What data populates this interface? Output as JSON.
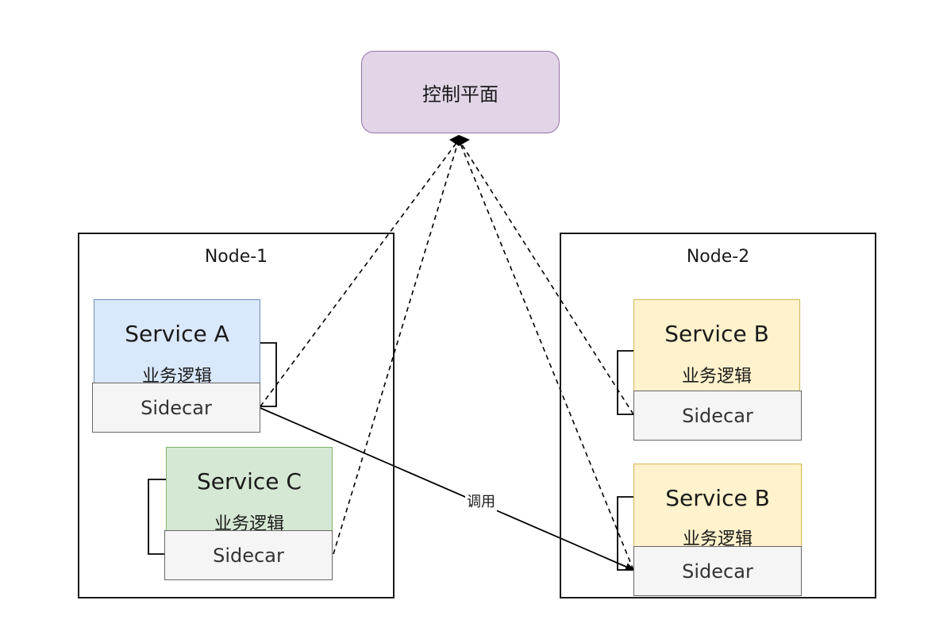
{
  "control_plane": {
    "label": "控制平面"
  },
  "nodes": [
    {
      "title": "Node-1",
      "services": [
        {
          "name": "Service A",
          "logic": "业务逻辑",
          "sidecar": "Sidecar",
          "color": "#dae8fc",
          "border": "#6c8ebf"
        },
        {
          "name": "Service C",
          "logic": "业务逻辑",
          "sidecar": "Sidecar",
          "color": "#d5e8d4",
          "border": "#82b366"
        }
      ]
    },
    {
      "title": "Node-2",
      "services": [
        {
          "name": "Service B",
          "logic": "业务逻辑",
          "sidecar": "Sidecar",
          "color": "#fff2cc",
          "border": "#d6b656"
        },
        {
          "name": "Service B",
          "logic": "业务逻辑",
          "sidecar": "Sidecar",
          "color": "#fff2cc",
          "border": "#d6b656"
        }
      ]
    }
  ],
  "edges": {
    "call_label": "调用"
  },
  "colors": {
    "control_fill": "#e1d5e7",
    "control_border": "#9673a6",
    "sidecar_fill": "#f5f5f5",
    "line": "#000000"
  }
}
